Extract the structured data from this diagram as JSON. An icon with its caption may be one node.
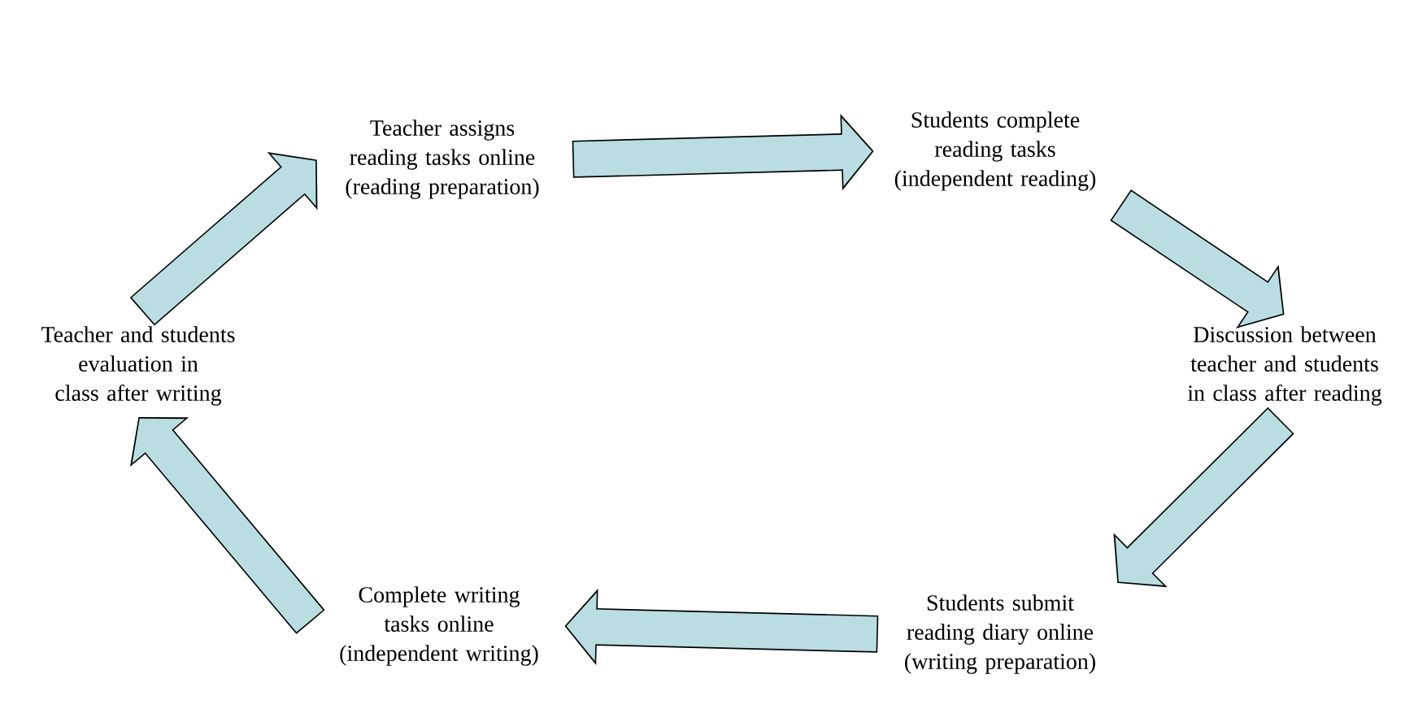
{
  "diagram": {
    "nodes": [
      {
        "text": [
          "Teacher assigns reading tasks online (reading preparation)"
        ]
      },
      {
        "text": [
          "Students complete reading tasks (independent reading)"
        ]
      },
      {
        "text": [
          "Discussion between teacher and students in class after reading"
        ]
      },
      {
        "text": [
          "Students submit reading diary online (writing preparation)"
        ]
      },
      {
        "text": [
          "Complete writing tasks online (independent writing)"
        ]
      },
      {
        "text": [
          "Teacher and students evaluation in class after writing"
        ]
      }
    ],
    "edges": [
      {
        "from": 0,
        "to": 1,
        "arrow": "to"
      },
      {
        "from": 1,
        "to": 2,
        "arrow": "to"
      },
      {
        "from": 2,
        "to": 3,
        "arrow": "to"
      },
      {
        "from": 3,
        "to": 4,
        "arrow": "to"
      },
      {
        "from": 4,
        "to": 5,
        "arrow": "to"
      },
      {
        "from": 5,
        "to": 0,
        "arrow": "to"
      }
    ]
  }
}
